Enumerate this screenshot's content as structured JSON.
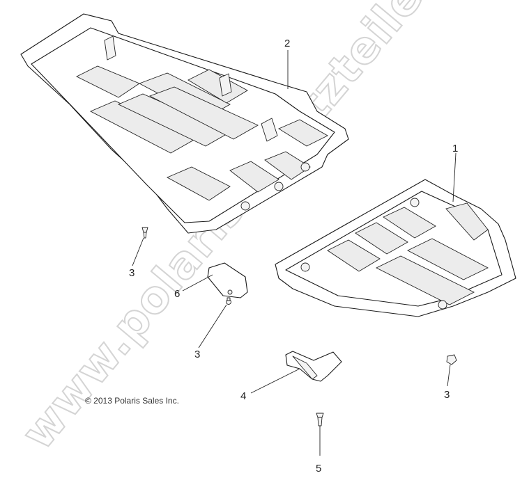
{
  "watermark": "www.polarisersatzteile.de",
  "copyright": "© 2013 Polaris Sales Inc.",
  "callouts": {
    "c1": "1",
    "c2": "2",
    "c3a": "3",
    "c3b": "3",
    "c3c": "3",
    "c4": "4",
    "c5": "5",
    "c6": "6"
  }
}
